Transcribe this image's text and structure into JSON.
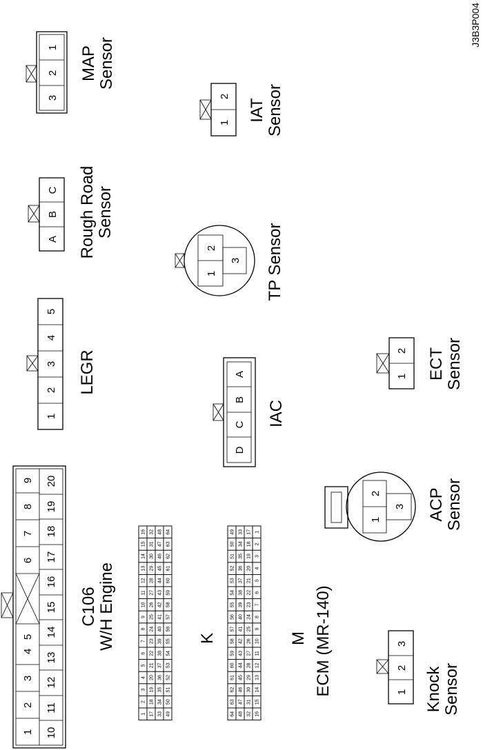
{
  "figure_id": "J3B3P004",
  "connectors": {
    "c106": {
      "title": "C106",
      "subtitle": "W/H Engine",
      "row_a": [
        "1",
        "2",
        "3",
        "4",
        "5",
        "6",
        "7",
        "8",
        "9"
      ],
      "row_b": [
        "10",
        "11",
        "12",
        "13",
        "14",
        "15",
        "16",
        "17",
        "18",
        "19",
        "20"
      ]
    },
    "ecm": {
      "title": "ECM (MR-140)",
      "block_k": "K",
      "block_m": "M"
    },
    "knock": {
      "title": "Knock",
      "subtitle": "Sensor",
      "pins": [
        "1",
        "2",
        "3"
      ]
    },
    "acp": {
      "title": "ACP",
      "subtitle": "Sensor",
      "pins": [
        "1",
        "2",
        "3"
      ]
    },
    "legr": {
      "title": "LEGR",
      "pins": [
        "1",
        "2",
        "3",
        "4",
        "5"
      ]
    },
    "iac": {
      "title": "IAC",
      "pins": [
        "D",
        "C",
        "B",
        "A"
      ]
    },
    "ect": {
      "title": "ECT",
      "subtitle": "Sensor",
      "pins": [
        "1",
        "2"
      ]
    },
    "rough_road": {
      "title": "Rough Road",
      "subtitle": "Sensor",
      "pins": [
        "A",
        "B",
        "C"
      ]
    },
    "tp": {
      "title": "TP Sensor",
      "pins": [
        "1",
        "2",
        "3"
      ]
    },
    "map": {
      "title": "MAP",
      "subtitle": "Sensor",
      "pins": [
        "3",
        "2",
        "1"
      ]
    },
    "iat": {
      "title": "IAT",
      "subtitle": "Sensor",
      "pins": [
        "1",
        "2"
      ]
    }
  }
}
